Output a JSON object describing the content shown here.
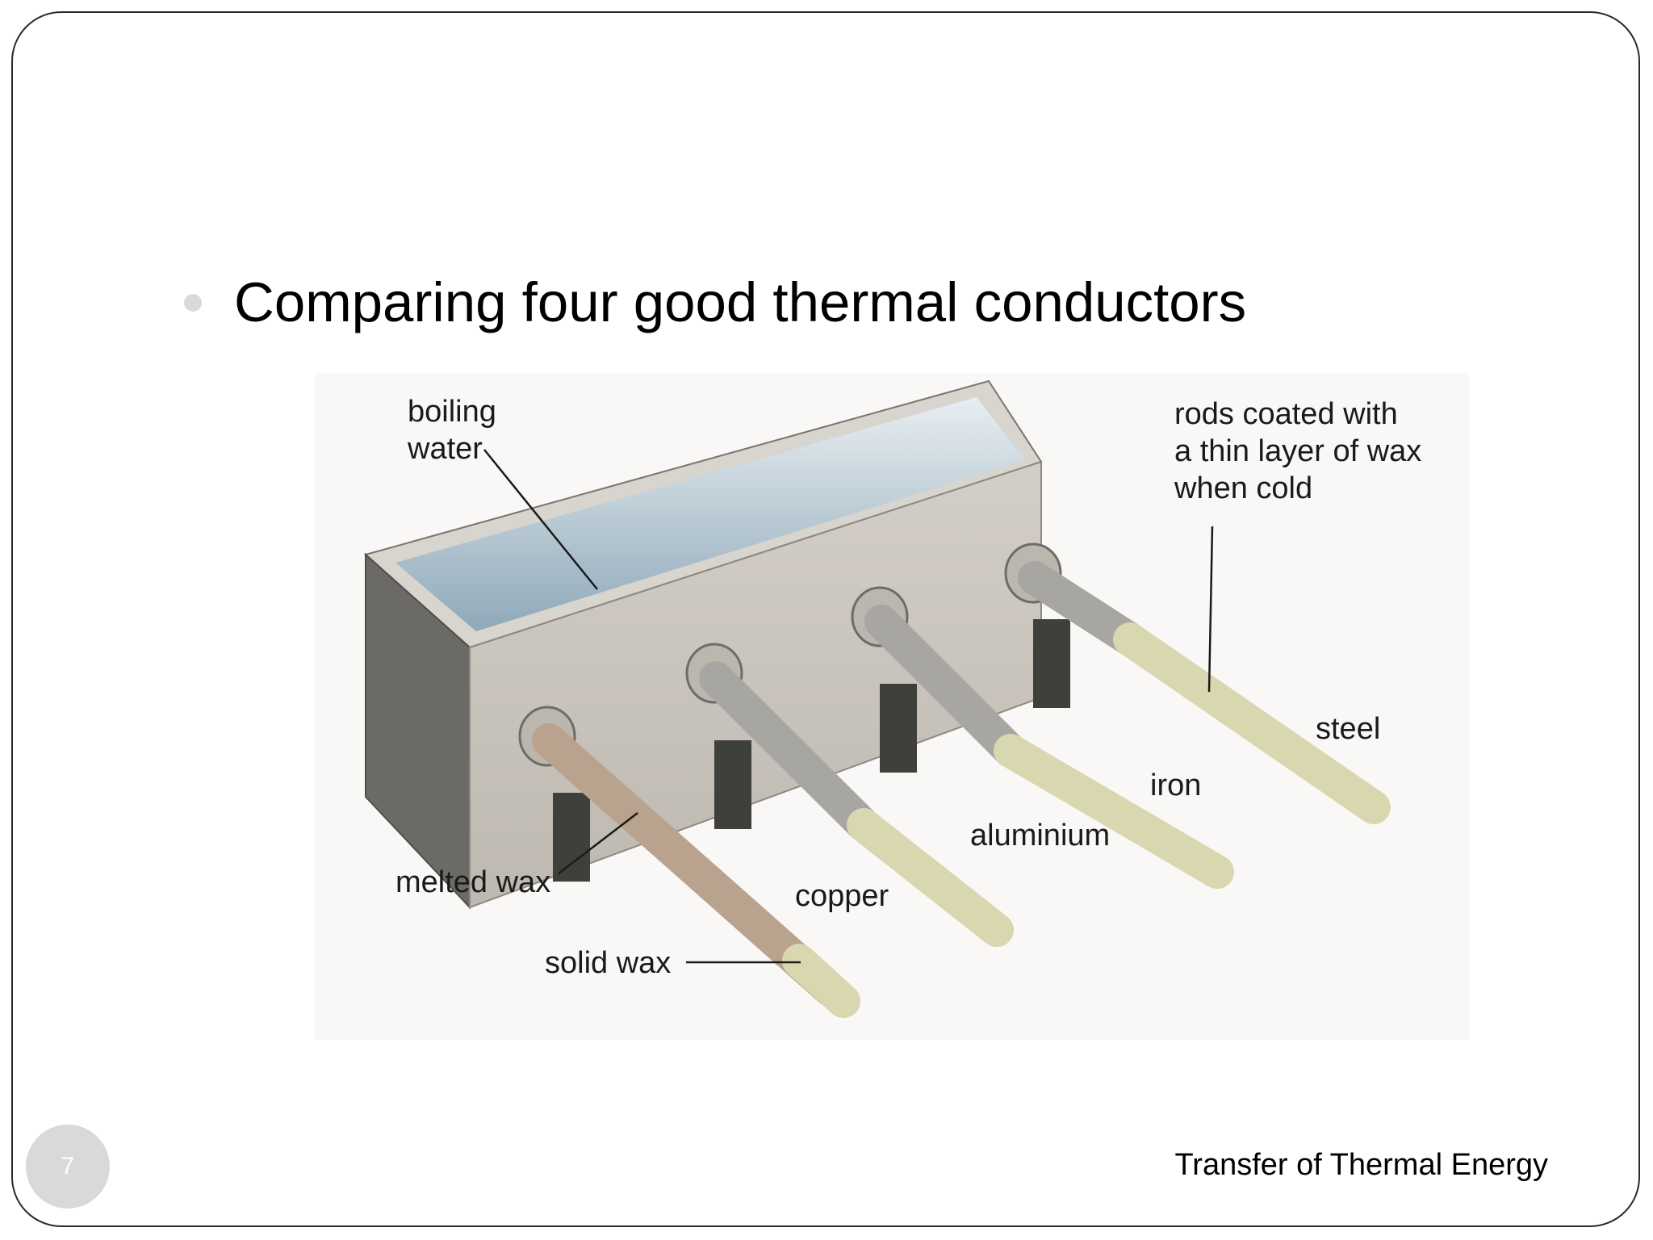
{
  "slide": {
    "bullet": "Comparing four good thermal conductors",
    "footer": "Transfer of Thermal Energy",
    "page_number": "7"
  },
  "figure": {
    "labels": {
      "boiling_water": [
        "boiling",
        "water"
      ],
      "rods_coated": [
        "rods coated with",
        "a thin layer of wax",
        "when cold"
      ],
      "steel": "steel",
      "iron": "iron",
      "aluminium": "aluminium",
      "copper": "copper",
      "melted_wax": "melted wax",
      "solid_wax": "solid wax"
    },
    "colors": {
      "tank_front": "#c9c4bd",
      "tank_side": "#6b6a66",
      "water": "#9fb6c4",
      "melted_wax_rod": "#b9a28e",
      "rod_metal": "#a8a6a2",
      "solid_wax": "#d9d7b0"
    }
  }
}
